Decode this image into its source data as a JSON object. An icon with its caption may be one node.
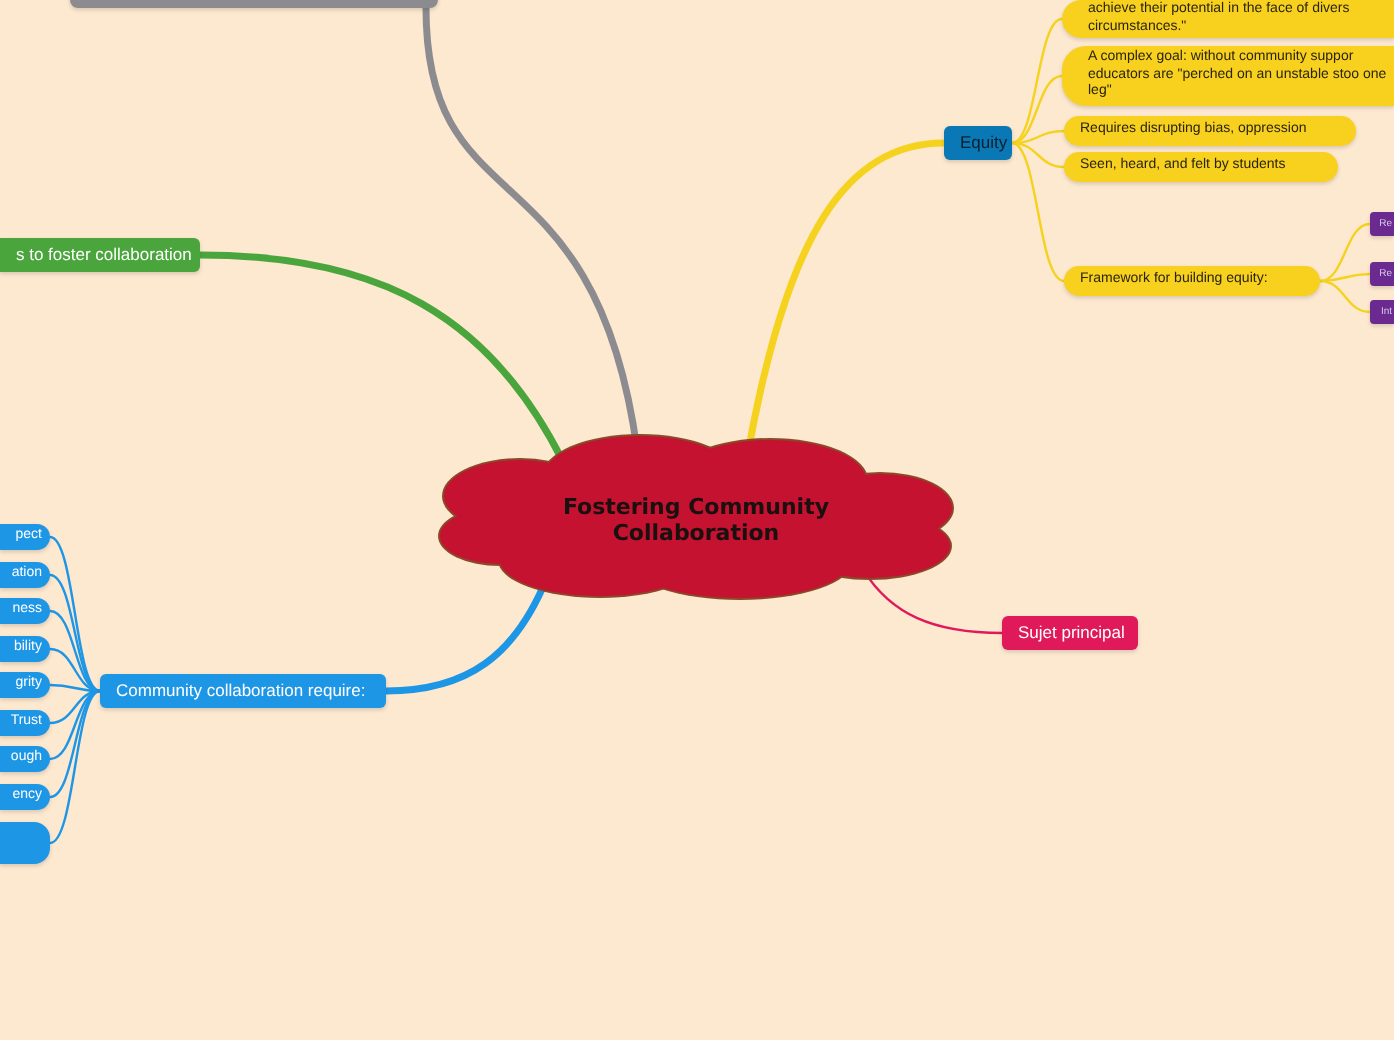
{
  "diagram": {
    "nodes": [
      {
        "text": [
          "Fostering Community Collaboration"
        ]
      },
      {
        "text": [],
        "shape": "box"
      },
      {
        "text": [
          "s to foster collaboration"
        ]
      },
      {
        "text": [
          "Community collaboration require:"
        ]
      },
      {
        "text": [
          "pect"
        ]
      },
      {
        "text": [
          "ation"
        ]
      },
      {
        "text": [
          "ness"
        ]
      },
      {
        "text": [
          "bility"
        ]
      },
      {
        "text": [
          "grity"
        ]
      },
      {
        "text": [
          "Trust"
        ]
      },
      {
        "text": [
          "ough"
        ]
      },
      {
        "text": [
          "ency"
        ]
      },
      {
        "text": [],
        "shape": "box"
      },
      {
        "text": [
          "Equity"
        ]
      },
      {
        "text": [
          "achieve their potential in the face of divers circumstances.\""
        ]
      },
      {
        "text": [
          "A complex goal: without community suppor educators are \"perched on an unstable stoo one leg\""
        ]
      },
      {
        "text": [
          "Requires disrupting bias, oppression"
        ]
      },
      {
        "text": [
          "Seen, heard, and felt by students"
        ]
      },
      {
        "text": [
          "Framework for building equity:"
        ]
      },
      {
        "text": [
          "Re"
        ]
      },
      {
        "text": [
          "Re"
        ]
      },
      {
        "text": [
          "Int"
        ]
      },
      {
        "text": [
          "Sujet principal"
        ]
      }
    ],
    "edges": [
      {
        "from": 0,
        "to": 1,
        "arrow": "none",
        "style": "thick",
        "color": "#8c8c90"
      },
      {
        "from": 0,
        "to": 2,
        "arrow": "none",
        "style": "thick",
        "color": "#4aa63c"
      },
      {
        "from": 0,
        "to": 3,
        "arrow": "none",
        "style": "thick"
      },
      {
        "from": 3,
        "to": 4,
        "arrow": "none"
      },
      {
        "from": 3,
        "to": 5,
        "arrow": "none"
      },
      {
        "from": 3,
        "to": 6,
        "arrow": "none"
      },
      {
        "from": 3,
        "to": 7,
        "arrow": "none"
      },
      {
        "from": 3,
        "to": 8,
        "arrow": "none"
      },
      {
        "from": 3,
        "to": 9,
        "arrow": "none"
      },
      {
        "from": 3,
        "to": 10,
        "arrow": "none"
      },
      {
        "from": 3,
        "to": 11,
        "arrow": "none"
      },
      {
        "from": 3,
        "to": 12,
        "arrow": "none"
      },
      {
        "from": 0,
        "to": 13,
        "arrow": "none",
        "style": "thick",
        "color": "#f5d21e"
      },
      {
        "from": 13,
        "to": 14,
        "arrow": "none",
        "color": "#f5d21e"
      },
      {
        "from": 13,
        "to": 15,
        "arrow": "none",
        "color": "#f5d21e"
      },
      {
        "from": 13,
        "to": 16,
        "arrow": "none",
        "color": "#f5d21e"
      },
      {
        "from": 13,
        "to": 17,
        "arrow": "none",
        "color": "#f5d21e"
      },
      {
        "from": 13,
        "to": 18,
        "arrow": "none",
        "color": "#f5d21e"
      },
      {
        "from": 18,
        "to": 19,
        "arrow": "none",
        "color": "#f5d21e"
      },
      {
        "from": 18,
        "to": 20,
        "arrow": "none",
        "color": "#f5d21e"
      },
      {
        "from": 18,
        "to": 21,
        "arrow": "none",
        "color": "#f5d21e"
      },
      {
        "from": 0,
        "to": 22,
        "arrow": "none",
        "color": "#e0195a"
      }
    ]
  }
}
